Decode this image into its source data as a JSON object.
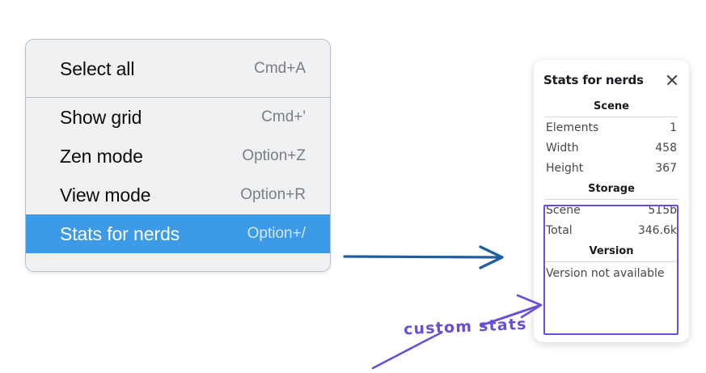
{
  "colors": {
    "menu_background": "#f0f1f3",
    "menu_border": "#b9c0ca",
    "menu_highlight": "#3d9ae8",
    "shortcut_text": "#7a7d82",
    "annotation_purple": "#6b4ed8",
    "annotation_blue": "#1f5fa0",
    "panel_background": "#ffffff"
  },
  "context_menu": {
    "groups": [
      {
        "items": [
          {
            "label": "Select all",
            "shortcut": "Cmd+A",
            "selected": false
          }
        ]
      },
      {
        "items": [
          {
            "label": "Show grid",
            "shortcut": "Cmd+'",
            "selected": false
          },
          {
            "label": "Zen mode",
            "shortcut": "Option+Z",
            "selected": false
          },
          {
            "label": "View mode",
            "shortcut": "Option+R",
            "selected": false
          },
          {
            "label": "Stats for nerds",
            "shortcut": "Option+/",
            "selected": true
          }
        ]
      }
    ]
  },
  "stats_panel": {
    "title": "Stats for nerds",
    "close_icon": "close-icon",
    "sections": [
      {
        "name": "scene",
        "title": "Scene",
        "rows": [
          {
            "label": "Elements",
            "value": "1"
          },
          {
            "label": "Width",
            "value": "458"
          },
          {
            "label": "Height",
            "value": "367"
          }
        ]
      },
      {
        "name": "storage",
        "title": "Storage",
        "rows": [
          {
            "label": "Scene",
            "value": "515b"
          },
          {
            "label": "Total",
            "value": "346.6k"
          }
        ]
      },
      {
        "name": "version",
        "title": "Version",
        "single_value": "Version not available"
      }
    ]
  },
  "annotations": {
    "custom_stats_label": "custom stats",
    "blue_arrow": "arrow pointing right from menu to stats panel",
    "purple_arrow": "arrow pointing to storage and version sections"
  }
}
